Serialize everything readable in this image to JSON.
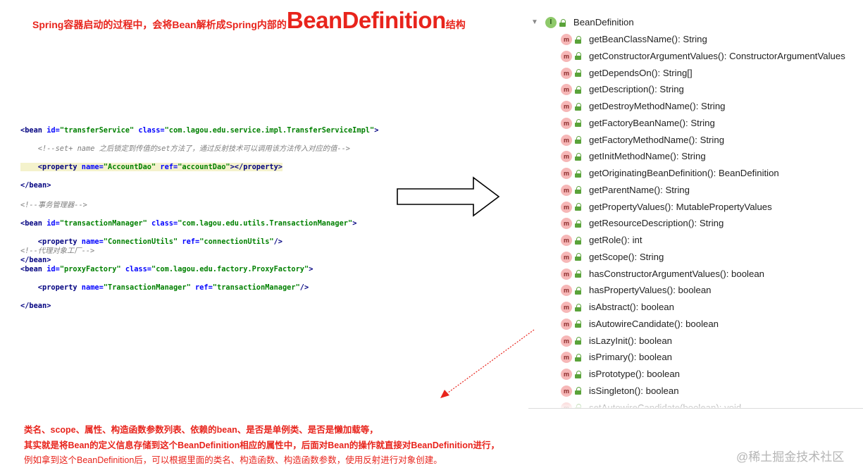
{
  "title": {
    "prefix": "Spring容器启动的过程中，会将Bean解析成Spring内部的",
    "highlight": "BeanDefinition",
    "suffix": "结构"
  },
  "code": {
    "block1": {
      "l1": [
        "<bean ",
        "id=",
        "\"transferService\" ",
        "class=",
        "\"com.lagou.edu.service.impl.TransferServiceImpl\"",
        ">"
      ],
      "l2": "    <!--set+ name 之后锁定到传值的set方法了，通过反射技术可以调用该方法传入对应的值-->",
      "l3": [
        "    <property ",
        "name=",
        "\"AccountDao\" ",
        "ref=",
        "\"accountDao\"",
        "></property>"
      ],
      "l4": "</bean>"
    },
    "block2": {
      "c": "<!--事务管理器-->",
      "l1": [
        "<bean ",
        "id=",
        "\"transactionManager\" ",
        "class=",
        "\"com.lagou.edu.utils.TransactionManager\"",
        ">"
      ],
      "l2": [
        "    <property ",
        "name=",
        "\"ConnectionUtils\" ",
        "ref=",
        "\"connectionUtils\"",
        "/>"
      ],
      "l3": "</bean>"
    },
    "block3": {
      "c": "<!--代理对象工厂-->",
      "l1": [
        "<bean ",
        "id=",
        "\"proxyFactory\" ",
        "class=",
        "\"com.lagou.edu.factory.ProxyFactory\"",
        ">"
      ],
      "l2": [
        "    <property ",
        "name=",
        "\"TransactionManager\" ",
        "ref=",
        "\"transactionManager\"",
        "/>"
      ],
      "l3": "</bean>"
    }
  },
  "tree": {
    "root": {
      "label": "BeanDefinition",
      "icon_letter": "I",
      "icon": "interface-icon"
    },
    "method_icon_letter": "m",
    "methods": [
      "getBeanClassName(): String",
      "getConstructorArgumentValues(): ConstructorArgumentValues",
      "getDependsOn(): String[]",
      "getDescription(): String",
      "getDestroyMethodName(): String",
      "getFactoryBeanName(): String",
      "getFactoryMethodName(): String",
      "getInitMethodName(): String",
      "getOriginatingBeanDefinition(): BeanDefinition",
      "getParentName(): String",
      "getPropertyValues(): MutablePropertyValues",
      "getResourceDescription(): String",
      "getRole(): int",
      "getScope(): String",
      "hasConstructorArgumentValues(): boolean",
      "hasPropertyValues(): boolean",
      "isAbstract(): boolean",
      "isAutowireCandidate(): boolean",
      "isLazyInit(): boolean",
      "isPrimary(): boolean",
      "isPrototype(): boolean",
      "isSingleton(): boolean",
      "setAutowireCandidate(boolean): void"
    ]
  },
  "bottom": {
    "line1": "类名、scope、属性、构造函数参数列表、依赖的bean、是否是单例类、是否是懒加载等，",
    "line2": "其实就是将Bean的定义信息存储到这个BeanDefinition相应的属性中，后面对Bean的操作就直接对BeanDefinition进行，",
    "line3": "例如拿到这个BeanDefinition后，可以根据里面的类名、构造函数、构造函数参数，使用反射进行对象创建。"
  },
  "watermark": "@稀土掘金技术社区",
  "colors": {
    "accent_red": "#e8241c",
    "method_icon": "#f6b7b7",
    "interface_icon": "#8ec96a",
    "lock": "#5aa33a"
  }
}
